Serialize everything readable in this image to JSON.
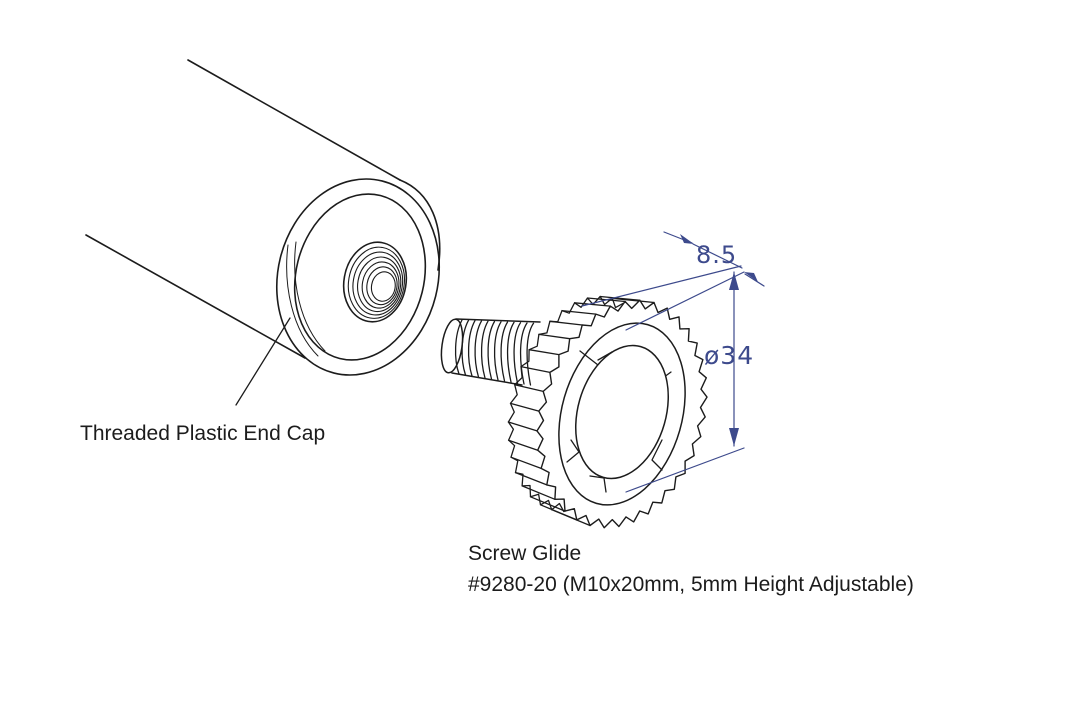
{
  "diagram": {
    "callouts": {
      "end_cap": "Threaded Plastic End Cap",
      "glide_title": "Screw Glide",
      "glide_spec": "#9280-20 (M10x20mm, 5mm Height Adjustable)"
    },
    "dimensions": {
      "width": "8.5",
      "diameter": "ø34"
    },
    "colors": {
      "line": "#1c1c1c",
      "dimension": "#3d4a8c",
      "background": "#ffffff"
    }
  }
}
